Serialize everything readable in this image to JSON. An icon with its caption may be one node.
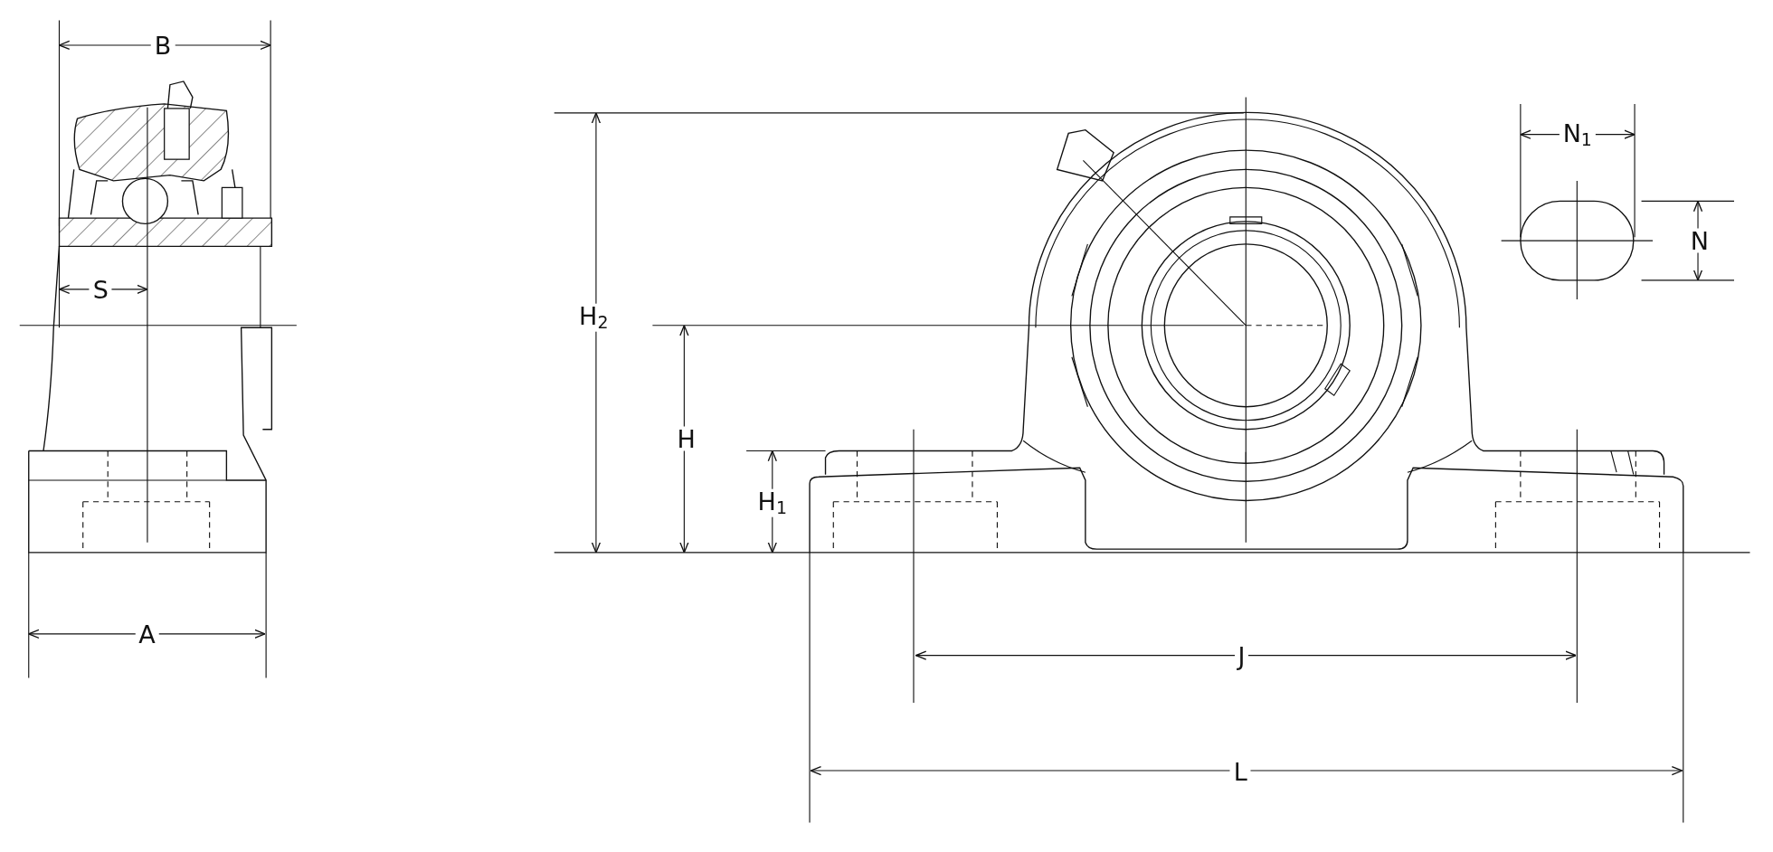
{
  "diagram": {
    "labels": [
      "B",
      "N$_{1}$",
      "N",
      "S",
      "H$_{2}$",
      "H",
      "H$_{1}$",
      "A",
      "J",
      "L"
    ]
  }
}
